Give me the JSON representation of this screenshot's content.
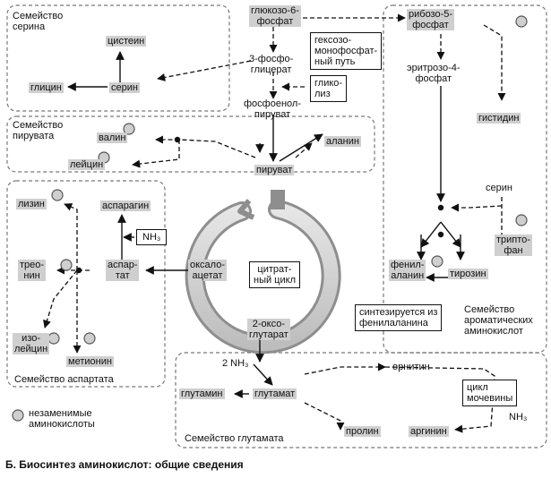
{
  "caption": "Б. Биосинтез аминокислот: общие сведения",
  "families": {
    "serine": "Семейство\nсерина",
    "pyruvate": "Семейство\nпирувата",
    "aspartate": "Семейство аспартата",
    "glutamate": "Семейство глутамата",
    "aromatic": "Семейство\nароматических\nаминокислот"
  },
  "legend": {
    "text": "незаменимые\nаминокислоты"
  },
  "cycle": {
    "label": "цитрат-\nный цикл"
  },
  "nodes": {
    "glucose6p": "глюкозо-6-\nфосфат",
    "phosphoglycerate3": "3-фосфо-\nглицерат",
    "pep": "фосфоенол-\nпируват",
    "pyruvate": "пируват",
    "ribose5p": "рибозо-5-\nфосфат",
    "erythrose4p": "эритрозо-4-\nфосфат",
    "oxaloacetate": "оксало-\nацетат",
    "oxoglutarate": "2-оксо-\nглутарат",
    "nh3_asp": "NH₃",
    "nh3_glu": "2 NH₃",
    "nh3_arg": "NH₃",
    "serine_in": "серин",
    "cysteine": "цистеин",
    "serine": "серин",
    "glycine": "глицин",
    "valine": "валин",
    "leucine": "лейцин",
    "alanine": "аланин",
    "histidine": "гистидин",
    "tryptophan": "трипто-\nфан",
    "phenylalanine": "фенил-\nаланин",
    "tyrosine": "тирозин",
    "lysine": "лизин",
    "asparagine": "аспарагин",
    "aspartate": "аспар-\nтат",
    "threonine": "трео-\nнин",
    "isoleucine": "изо-\nлейцин",
    "methionine": "метионин",
    "glutamine": "глутамин",
    "glutamate": "глутамат",
    "proline": "пролин",
    "arginine": "аргинин",
    "ornithine": "орнитин"
  },
  "boxes": {
    "hexose": "гексозо-\nмонофосфат-\nный путь",
    "glycolysis": "глико-\nлиз",
    "phe_note": "синтезируется из\nфенилаланина",
    "urea": "цикл\nмочевины"
  }
}
